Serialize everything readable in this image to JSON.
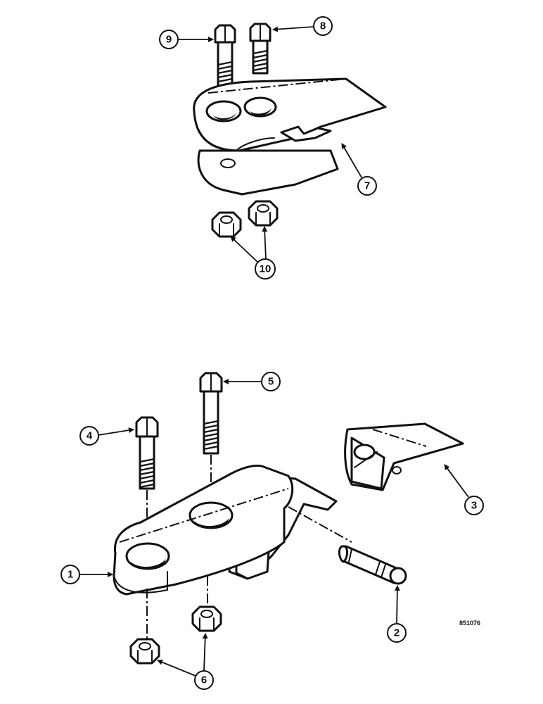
{
  "callouts": {
    "c1": "1",
    "c2": "2",
    "c3": "3",
    "c4": "4",
    "c5": "5",
    "c6": "6",
    "c7": "7",
    "c8": "8",
    "c9": "9",
    "c10": "10"
  },
  "figure_code": "851076"
}
